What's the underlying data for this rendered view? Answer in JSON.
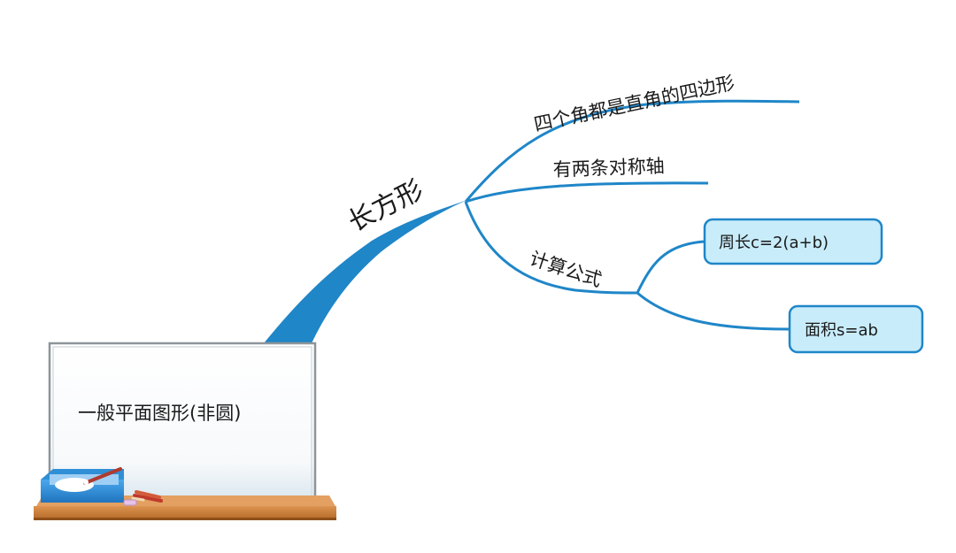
{
  "root": {
    "label": "一般平面图形(非圆)"
  },
  "main_branch": {
    "label": "长方形"
  },
  "sub_branches": [
    {
      "label": "四个角都是直角的四边形"
    },
    {
      "label": "有两条对称轴"
    },
    {
      "label": "计算公式"
    }
  ],
  "formulas": [
    {
      "label": "周长c=2(a+b)"
    },
    {
      "label": "面积s=ab"
    }
  ],
  "colors": {
    "branch": "#1f86c8",
    "box_fill": "#c8ecfa",
    "box_stroke": "#1f86c8",
    "board_frame": "#8e9599",
    "shelf": "#c7762f",
    "tray": "#2f8fd6"
  }
}
